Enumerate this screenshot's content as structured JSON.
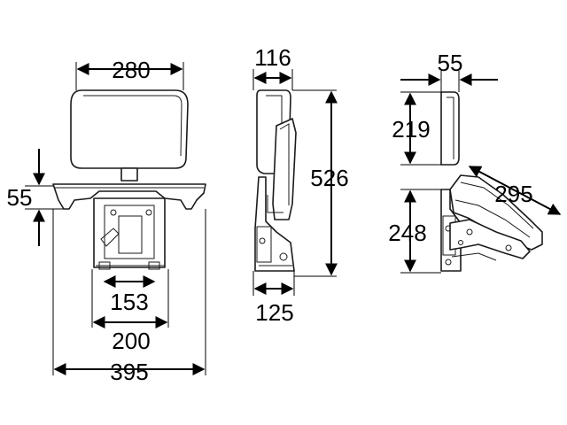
{
  "dimensions": {
    "front_backrest_width": "280",
    "front_seat_thickness": "55",
    "front_mount_width": "153",
    "front_frame_width": "200",
    "front_overall_width": "395",
    "side_backrest_depth": "116",
    "side_overall_height": "526",
    "side_base_depth": "125",
    "folded_depth": "55",
    "folded_backrest_height": "219",
    "folded_base_height": "248",
    "folded_seat_length": "295"
  },
  "colors": {
    "line": "#1a1a1a",
    "background": "#ffffff"
  }
}
